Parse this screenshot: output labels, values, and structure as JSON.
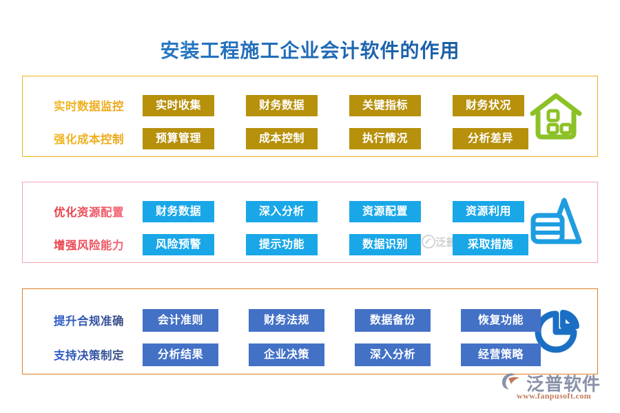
{
  "title": "安装工程施工企业会计软件的作用",
  "sections": [
    {
      "id": "section-realtime-cost",
      "border_color": "#EAB619",
      "label_color": "#EFAE1C",
      "tag_color": "#B7900C",
      "icon": "house-icon",
      "icon_color": "#8CC127",
      "rows": [
        {
          "label": "实时数据监控",
          "tags": [
            "实时收集",
            "财务数据",
            "关键指标",
            "财务状况"
          ]
        },
        {
          "label": "强化成本控制",
          "tags": [
            "预算管理",
            "成本控制",
            "执行情况",
            "分析差异"
          ]
        }
      ]
    },
    {
      "id": "section-resource-risk",
      "border_color": "#F4A4B4",
      "label_color": "#EE4F5B",
      "tag_color": "#19A7E8",
      "icon": "layers-triangle-icon",
      "icon_color": "#1E9DE0",
      "rows": [
        {
          "label": "优化资源配置",
          "tags": [
            "财务数据",
            "深入分析",
            "资源配置",
            "资源利用"
          ]
        },
        {
          "label": "增强风险能力",
          "tags": [
            "风险预警",
            "提示功能",
            "数据识别",
            "采取措施"
          ]
        }
      ]
    },
    {
      "id": "section-compliance-decision",
      "border_color": "#DF7C21",
      "label_color": "#3455A5",
      "tag_color": "#4371C6",
      "icon": "pie-chart-icon",
      "icon_color": "#1A6FC4",
      "rows": [
        {
          "label": "提升合规准确",
          "tags": [
            "会计准则",
            "财务法规",
            "数据备份",
            "恢复功能"
          ]
        },
        {
          "label": "支持决策制定",
          "tags": [
            "分析结果",
            "企业决策",
            "深入分析",
            "经营策略"
          ]
        }
      ]
    }
  ],
  "watermark": {
    "text": "泛普软件",
    "url": "www.fanpusoft.com"
  },
  "brand": {
    "name": "泛普软件",
    "url": "www.fanpusoft.com"
  }
}
